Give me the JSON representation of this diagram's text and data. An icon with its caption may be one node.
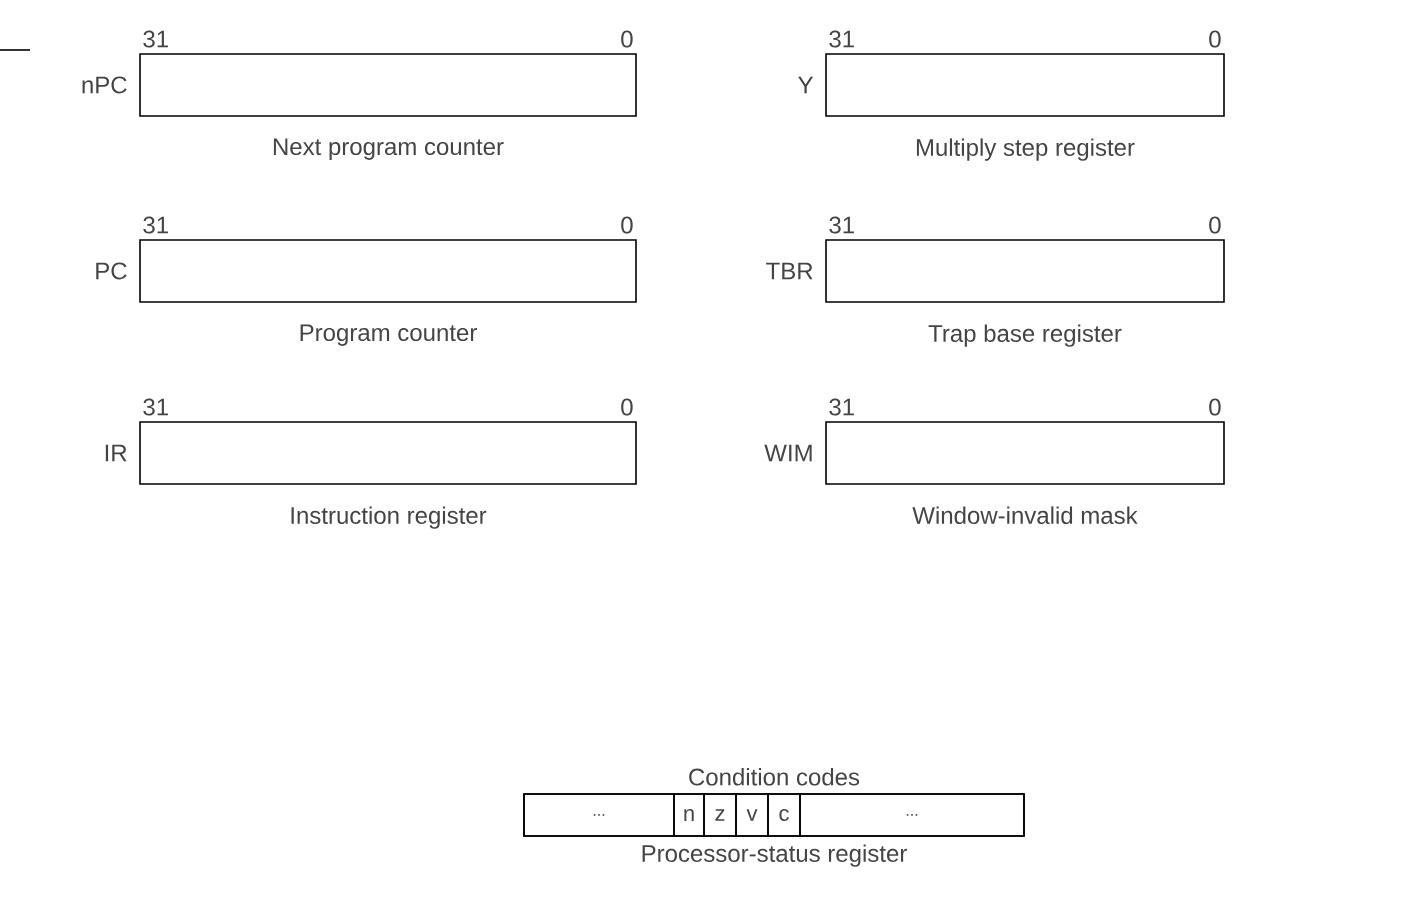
{
  "diagram": {
    "nodes": [
      {
        "text": [],
        "shape": "box",
        "beside": [
          "31",
          "0",
          "nPC",
          "Next program counter"
        ]
      },
      {
        "text": [],
        "shape": "box",
        "beside": [
          "31",
          "0",
          "Y",
          "Multiply step register"
        ]
      },
      {
        "text": [],
        "shape": "box",
        "beside": [
          "31",
          "0",
          "PC",
          "Program counter"
        ]
      },
      {
        "text": [],
        "shape": "box",
        "beside": [
          "31",
          "0",
          "TBR",
          "Trap base register"
        ]
      },
      {
        "text": [],
        "shape": "box",
        "beside": [
          "31",
          "0",
          "IR",
          "Instruction register"
        ]
      },
      {
        "text": [],
        "shape": "box",
        "beside": [
          "31",
          "0",
          "WIM",
          "Window-invalid mask"
        ]
      },
      {
        "text": [],
        "shape": "box",
        "beside": [
          "Condition codes",
          "Processor-status register"
        ]
      },
      {
        "text": [
          "..."
        ],
        "in": 6
      },
      {
        "text": [
          "n"
        ],
        "in": 6
      },
      {
        "text": [
          "z"
        ],
        "in": 6
      },
      {
        "text": [
          "v"
        ],
        "in": 6
      },
      {
        "text": [
          "c"
        ],
        "in": 6
      },
      {
        "text": [
          "..."
        ],
        "in": 6
      }
    ],
    "edges": []
  }
}
